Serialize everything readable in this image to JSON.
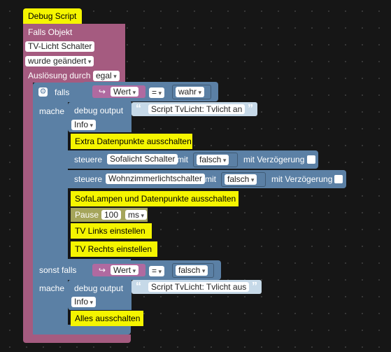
{
  "script_title": "Debug Script",
  "trigger": {
    "label": "Falls Objekt",
    "object": "TV-Licht Schalter",
    "condition": "wurde geändert",
    "trigger_label": "Auslösung durch",
    "trigger_value": "egal"
  },
  "if_block": {
    "if_label": "falls",
    "do_label": "mache",
    "else_if_label": "sonst falls",
    "compare_op": "=",
    "var_name": "Wert",
    "value_true": "wahr",
    "value_false": "falsch"
  },
  "debug_1": {
    "label": "debug output",
    "text": "Script TvLicht: Tvlicht an",
    "level": "Info"
  },
  "comments": {
    "c1": "Extra Datenpunkte ausschalten",
    "c2": "SofaLampen und Datenpunkte ausschalten",
    "c3": "TV Links einstellen",
    "c4": "TV Rechts einstellen",
    "c5": "Alles ausschalten"
  },
  "control_1": {
    "label": "steuere",
    "object": "Sofalicht Schalter",
    "with": "mit",
    "value": "falsch",
    "delay_label": "mit Verzögerung"
  },
  "control_2": {
    "label": "steuere",
    "object": "Wohnzimmerlichtschalter",
    "with": "mit",
    "value": "falsch",
    "delay_label": "mit Verzögerung"
  },
  "pause": {
    "label": "Pause",
    "value": "100",
    "unit": "ms"
  },
  "debug_2": {
    "label": "debug output",
    "text": "Script TvLicht: Tvlicht aus",
    "level": "Info"
  },
  "icons": {
    "gear": "gear-icon",
    "arrow": "return-arrow-icon",
    "quote_open": "quote-open-icon",
    "quote_close": "quote-close-icon"
  },
  "colors": {
    "trigger": "#a55b80",
    "logic": "#5b80a5",
    "comment": "#f5f500",
    "text_block": "#c6d9e8",
    "pause": "#a5a55b"
  }
}
